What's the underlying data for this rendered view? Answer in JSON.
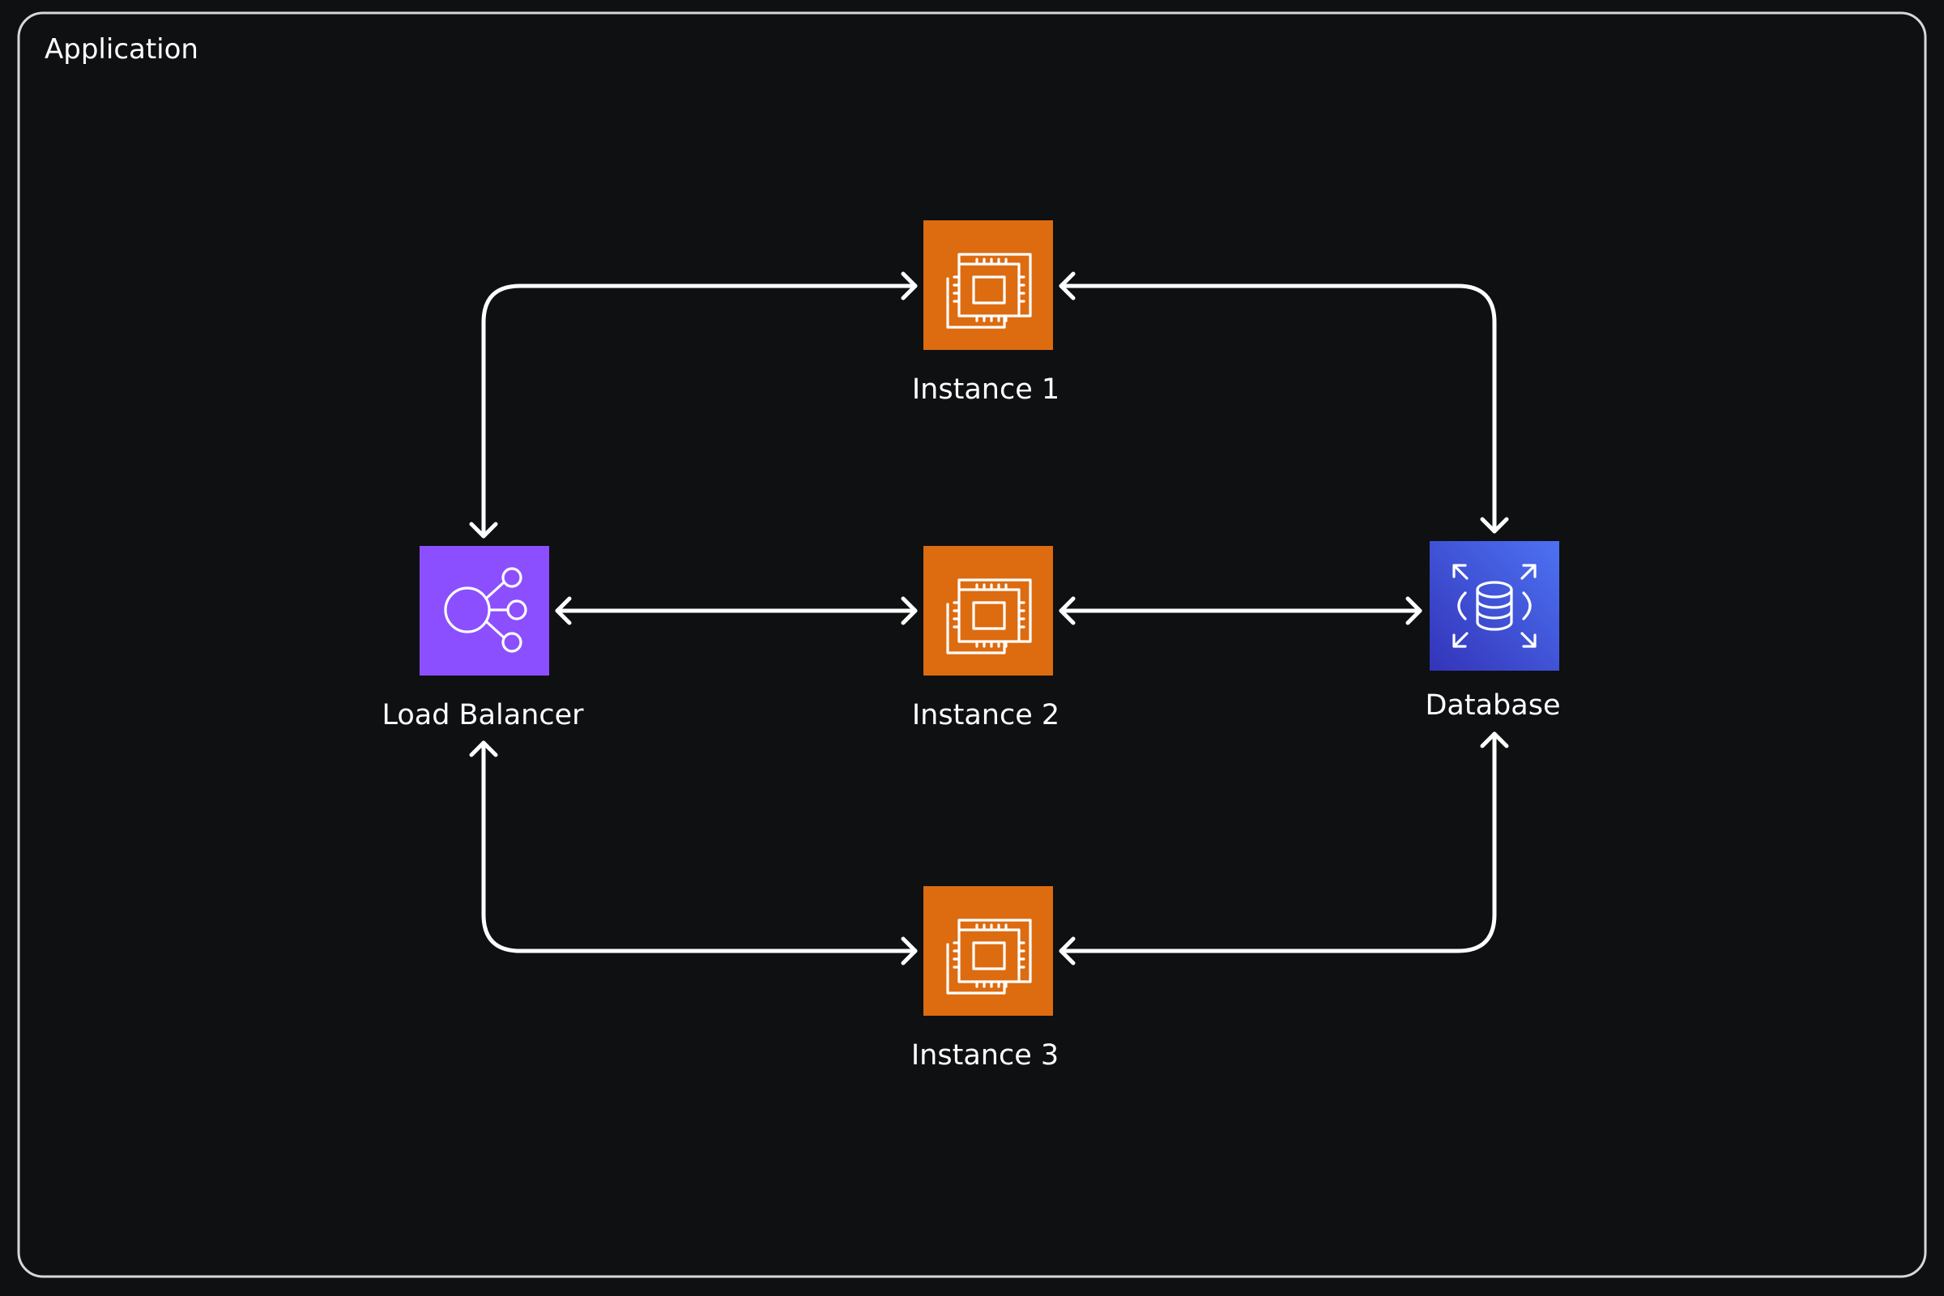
{
  "group": {
    "label": "Application"
  },
  "nodes": {
    "load_balancer": {
      "label": "Load Balancer",
      "icon": "load-balancer-icon",
      "color_top": "#8c4fff",
      "color_bottom": "#8c4fff"
    },
    "instance_1": {
      "label": "Instance 1",
      "icon": "cpu-instance-icon",
      "color_top": "#dd6b10",
      "color_bottom": "#dd6b10"
    },
    "instance_2": {
      "label": "Instance 2",
      "icon": "cpu-instance-icon",
      "color_top": "#dd6b10",
      "color_bottom": "#dd6b10"
    },
    "instance_3": {
      "label": "Instance 3",
      "icon": "cpu-instance-icon",
      "color_top": "#dd6b10",
      "color_bottom": "#dd6b10"
    },
    "database": {
      "label": "Database",
      "icon": "database-icon",
      "color_top": "#4d72f3",
      "color_bottom": "#3334b9"
    }
  },
  "edges": [
    {
      "from": "Load Balancer",
      "to": "Instance 1",
      "direction": "both"
    },
    {
      "from": "Load Balancer",
      "to": "Instance 2",
      "direction": "both"
    },
    {
      "from": "Load Balancer",
      "to": "Instance 3",
      "direction": "both"
    },
    {
      "from": "Instance 1",
      "to": "Database",
      "direction": "both"
    },
    {
      "from": "Instance 2",
      "to": "Database",
      "direction": "both"
    },
    {
      "from": "Instance 3",
      "to": "Database",
      "direction": "both"
    }
  ],
  "colors": {
    "background": "#0f1012",
    "frame": "#d8d8d8",
    "edge": "#ffffff"
  }
}
